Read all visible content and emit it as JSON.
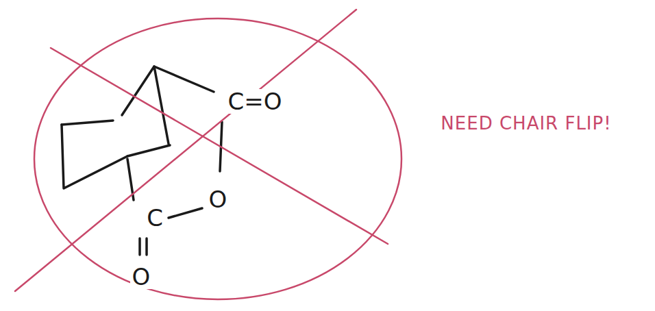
{
  "diagram": {
    "labels": [
      "C=O",
      "O",
      "C",
      "O",
      "NEED CHAIR FLIP!"
    ]
  }
}
